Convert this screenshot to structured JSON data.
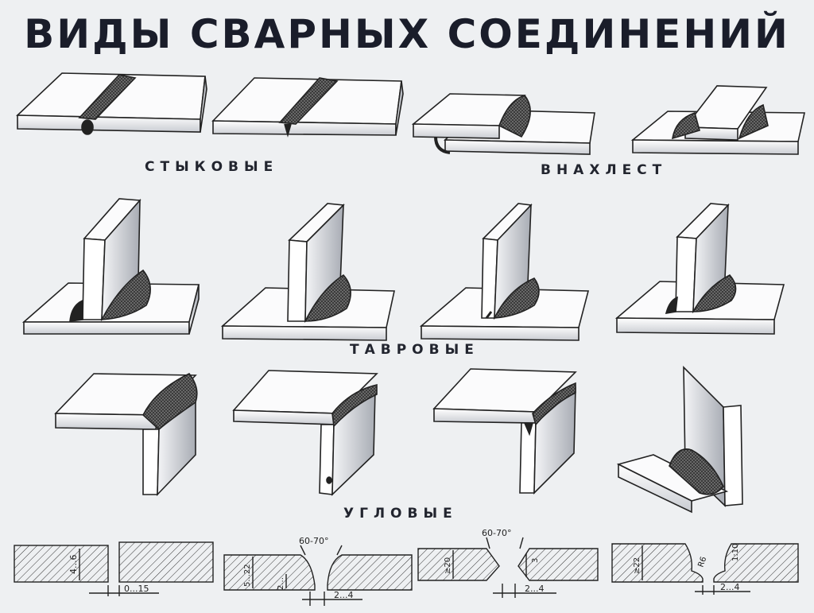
{
  "poster": {
    "title": "ВИДЫ СВАРНЫХ СОЕДИНЕНИЙ"
  },
  "sections": {
    "butt": "СТЫКОВЫЕ",
    "lap": "ВНАХЛЕСТ",
    "tee": "ТАВРОВЫЕ",
    "corner": "УГЛОВЫЕ"
  },
  "edge_prep": {
    "square": {
      "thickness": "4...6",
      "gap": "0...15"
    },
    "v_groove": {
      "angle": "60-70°",
      "thickness": "5...22",
      "root": "2...",
      "gap": "2...4"
    },
    "x_groove": {
      "angle": "60-70°",
      "thickness": "≥20",
      "face": "3",
      "gap": "2...4"
    },
    "u_groove": {
      "thickness": "≥22",
      "radius": "R6",
      "slope": "1:10",
      "gap": "2...4"
    }
  }
}
